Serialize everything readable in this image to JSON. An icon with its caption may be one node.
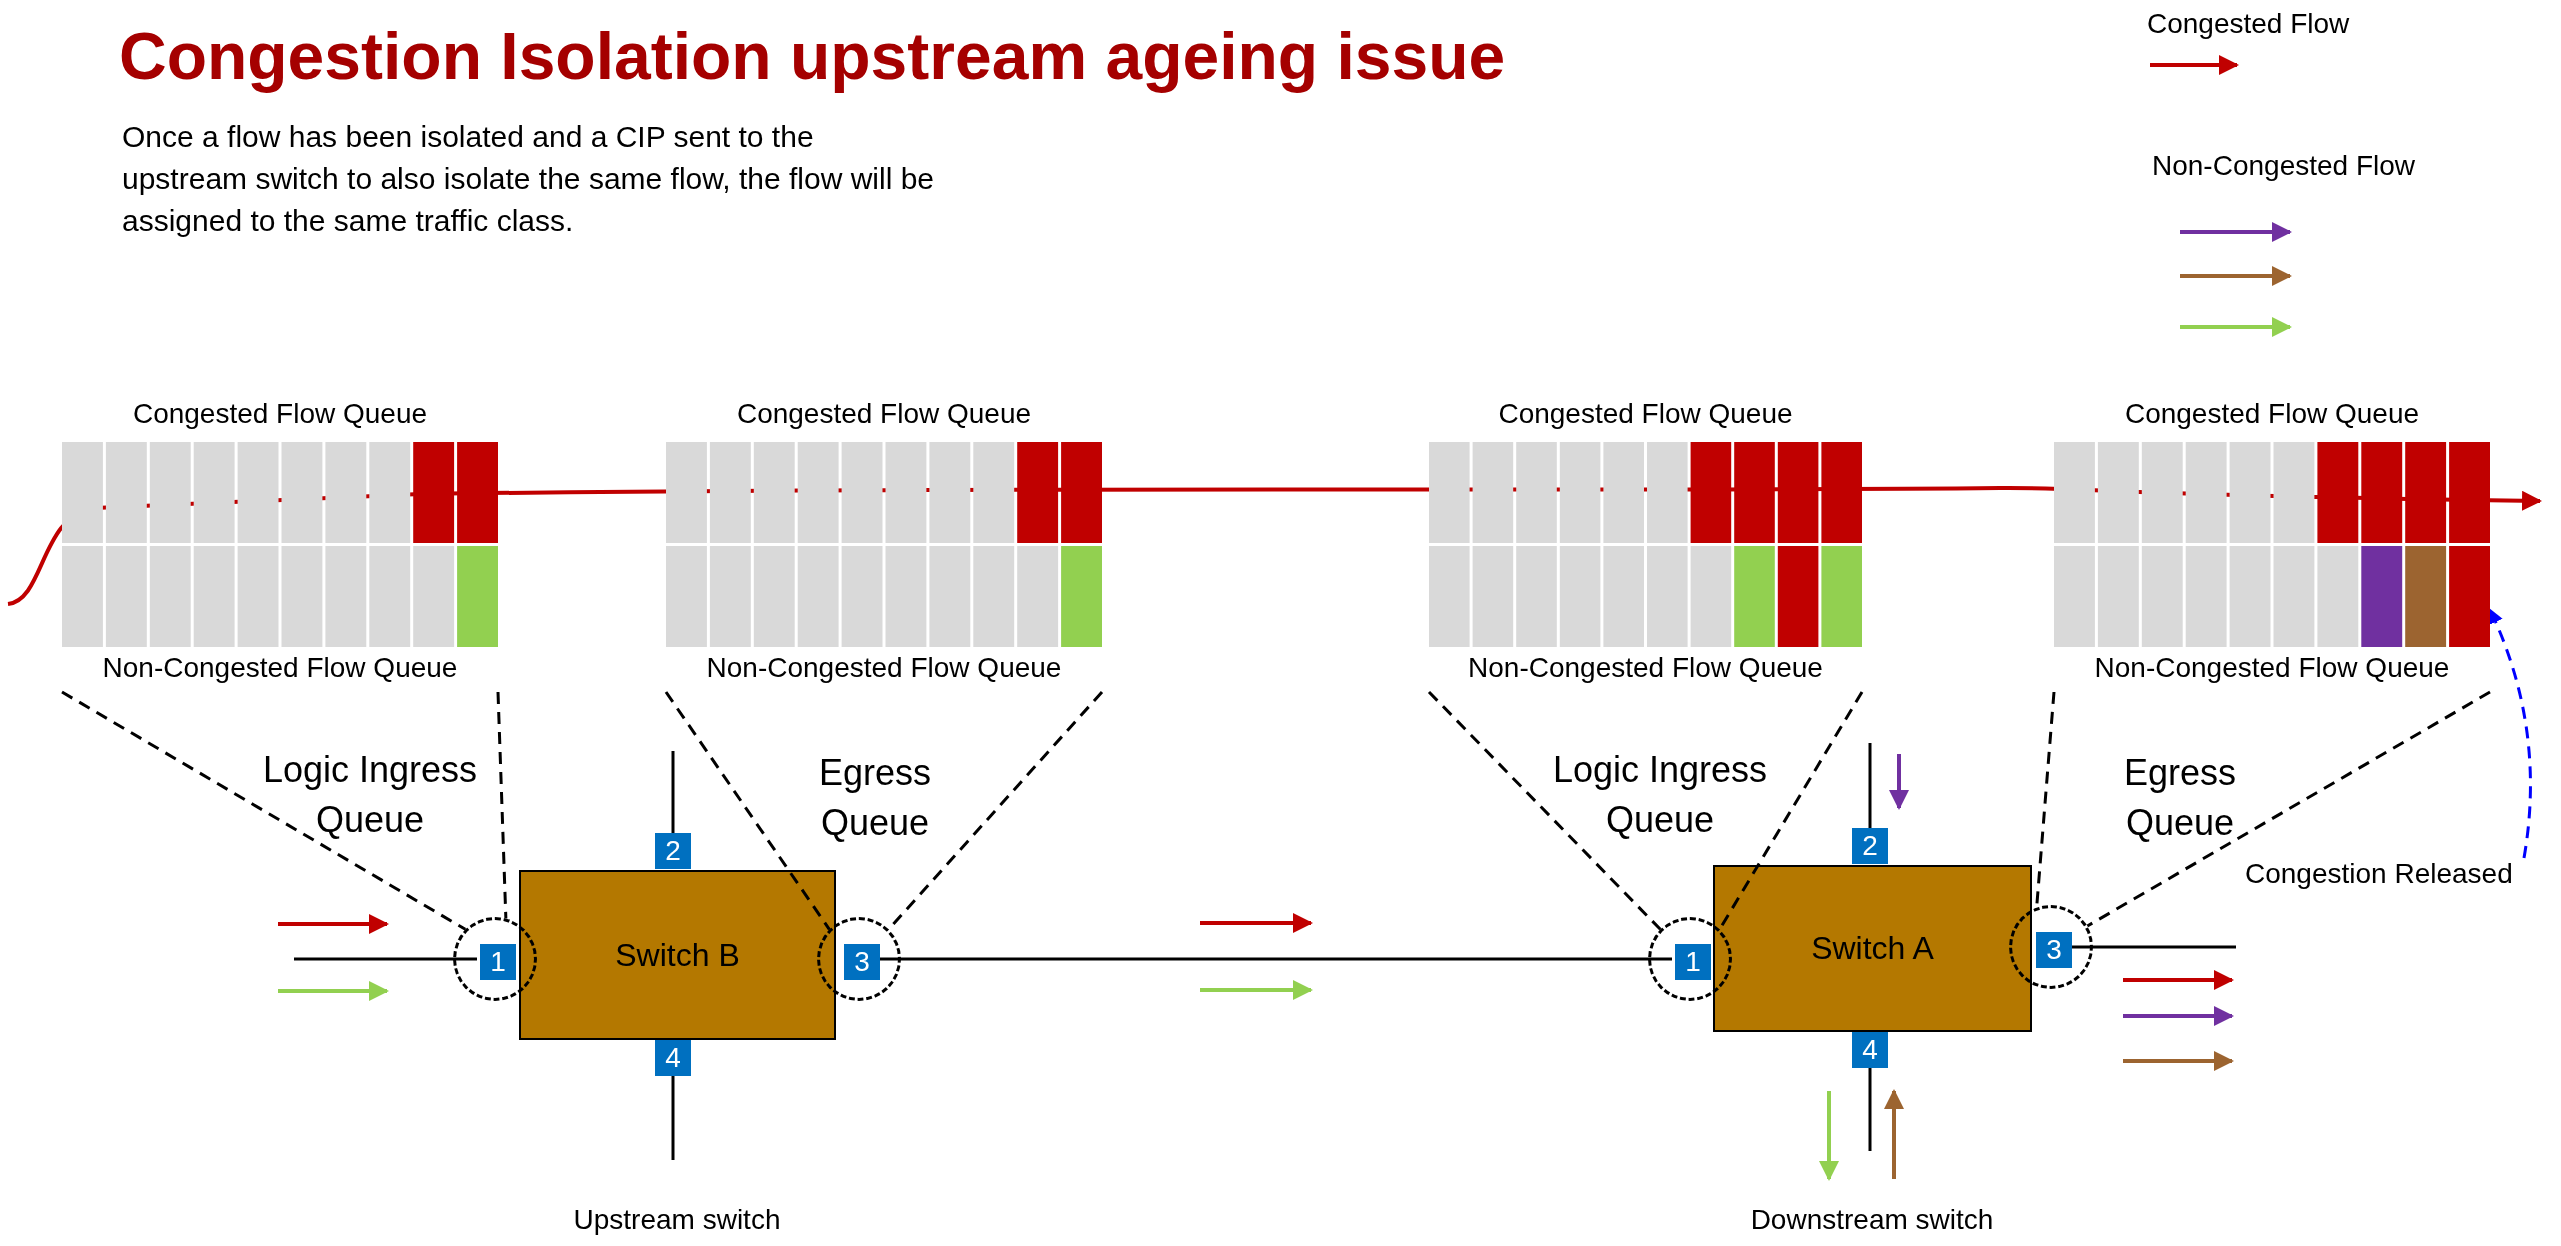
{
  "diagram": {
    "title": "Congestion Isolation upstream ageing issue",
    "nodes": [
      {
        "text": [
          "Congested Flow Queue",
          "Non-Congested Flow Queue"
        ]
      },
      {
        "text": [
          "Congested Flow Queue",
          "Non-Congested Flow Queue"
        ]
      },
      {
        "text": [
          "Congested Flow Queue",
          "Non-Congested Flow Queue"
        ]
      },
      {
        "text": [
          "Congested Flow Queue",
          "Non-Congested Flow Queue"
        ]
      },
      {
        "text": [
          "Switch B"
        ]
      },
      {
        "text": [],
        "shape": "circle"
      },
      {
        "text": [
          "1"
        ],
        "in": 5
      },
      {
        "text": [
          "2"
        ]
      },
      {
        "text": [],
        "shape": "circle"
      },
      {
        "text": [
          "3"
        ],
        "in": 8
      },
      {
        "text": [
          "4"
        ]
      },
      {
        "text": [
          "Switch A"
        ]
      },
      {
        "text": [],
        "shape": "circle"
      },
      {
        "text": [
          "1"
        ],
        "in": 12
      },
      {
        "text": [
          "2"
        ]
      },
      {
        "text": [],
        "shape": "circle"
      },
      {
        "text": [
          "3"
        ],
        "in": 15
      },
      {
        "text": [
          "4"
        ]
      },
      {
        "text": [
          "Congestion Released"
        ]
      }
    ],
    "edges": [
      {
        "from": 9,
        "to": 13,
        "arrow": "none"
      },
      {
        "from": null,
        "to": 6,
        "arrow": "none"
      },
      {
        "from": 7,
        "to": null,
        "arrow": "none"
      },
      {
        "from": 10,
        "to": null,
        "arrow": "none"
      },
      {
        "from": 14,
        "to": null,
        "arrow": "none"
      },
      {
        "from": 17,
        "to": null,
        "arrow": "none"
      },
      {
        "from": 16,
        "to": null,
        "arrow": "none"
      },
      {
        "from": 0,
        "to": 5,
        "arrow": "none",
        "style": "dashed"
      },
      {
        "from": 0,
        "to": 5,
        "arrow": "none",
        "style": "dashed"
      },
      {
        "from": 1,
        "to": 8,
        "arrow": "none",
        "style": "dashed"
      },
      {
        "from": 1,
        "to": 8,
        "arrow": "none",
        "style": "dashed"
      },
      {
        "from": 2,
        "to": 12,
        "arrow": "none",
        "style": "dashed"
      },
      {
        "from": 2,
        "to": 12,
        "arrow": "none",
        "style": "dashed"
      },
      {
        "from": 3,
        "to": 15,
        "arrow": "none",
        "style": "dashed"
      },
      {
        "from": 3,
        "to": 15,
        "arrow": "none",
        "style": "dashed"
      },
      {
        "from": 18,
        "to": 3,
        "arrow": "to",
        "style": "dashed",
        "color": "#0000ff"
      }
    ],
    "labels": [
      "Once a flow has been isolated and a CIP sent to the upstream switch to also isolate the same flow, the flow will be assigned to the same traffic class.",
      "Logic Ingress Queue",
      "Egress Queue",
      "Logic Ingress Queue",
      "Egress Queue",
      "Upstream switch",
      "Downstream switch"
    ],
    "legend": [
      {
        "text": "Congested Flow"
      },
      {
        "text": "Non-Congested Flow"
      }
    ]
  }
}
